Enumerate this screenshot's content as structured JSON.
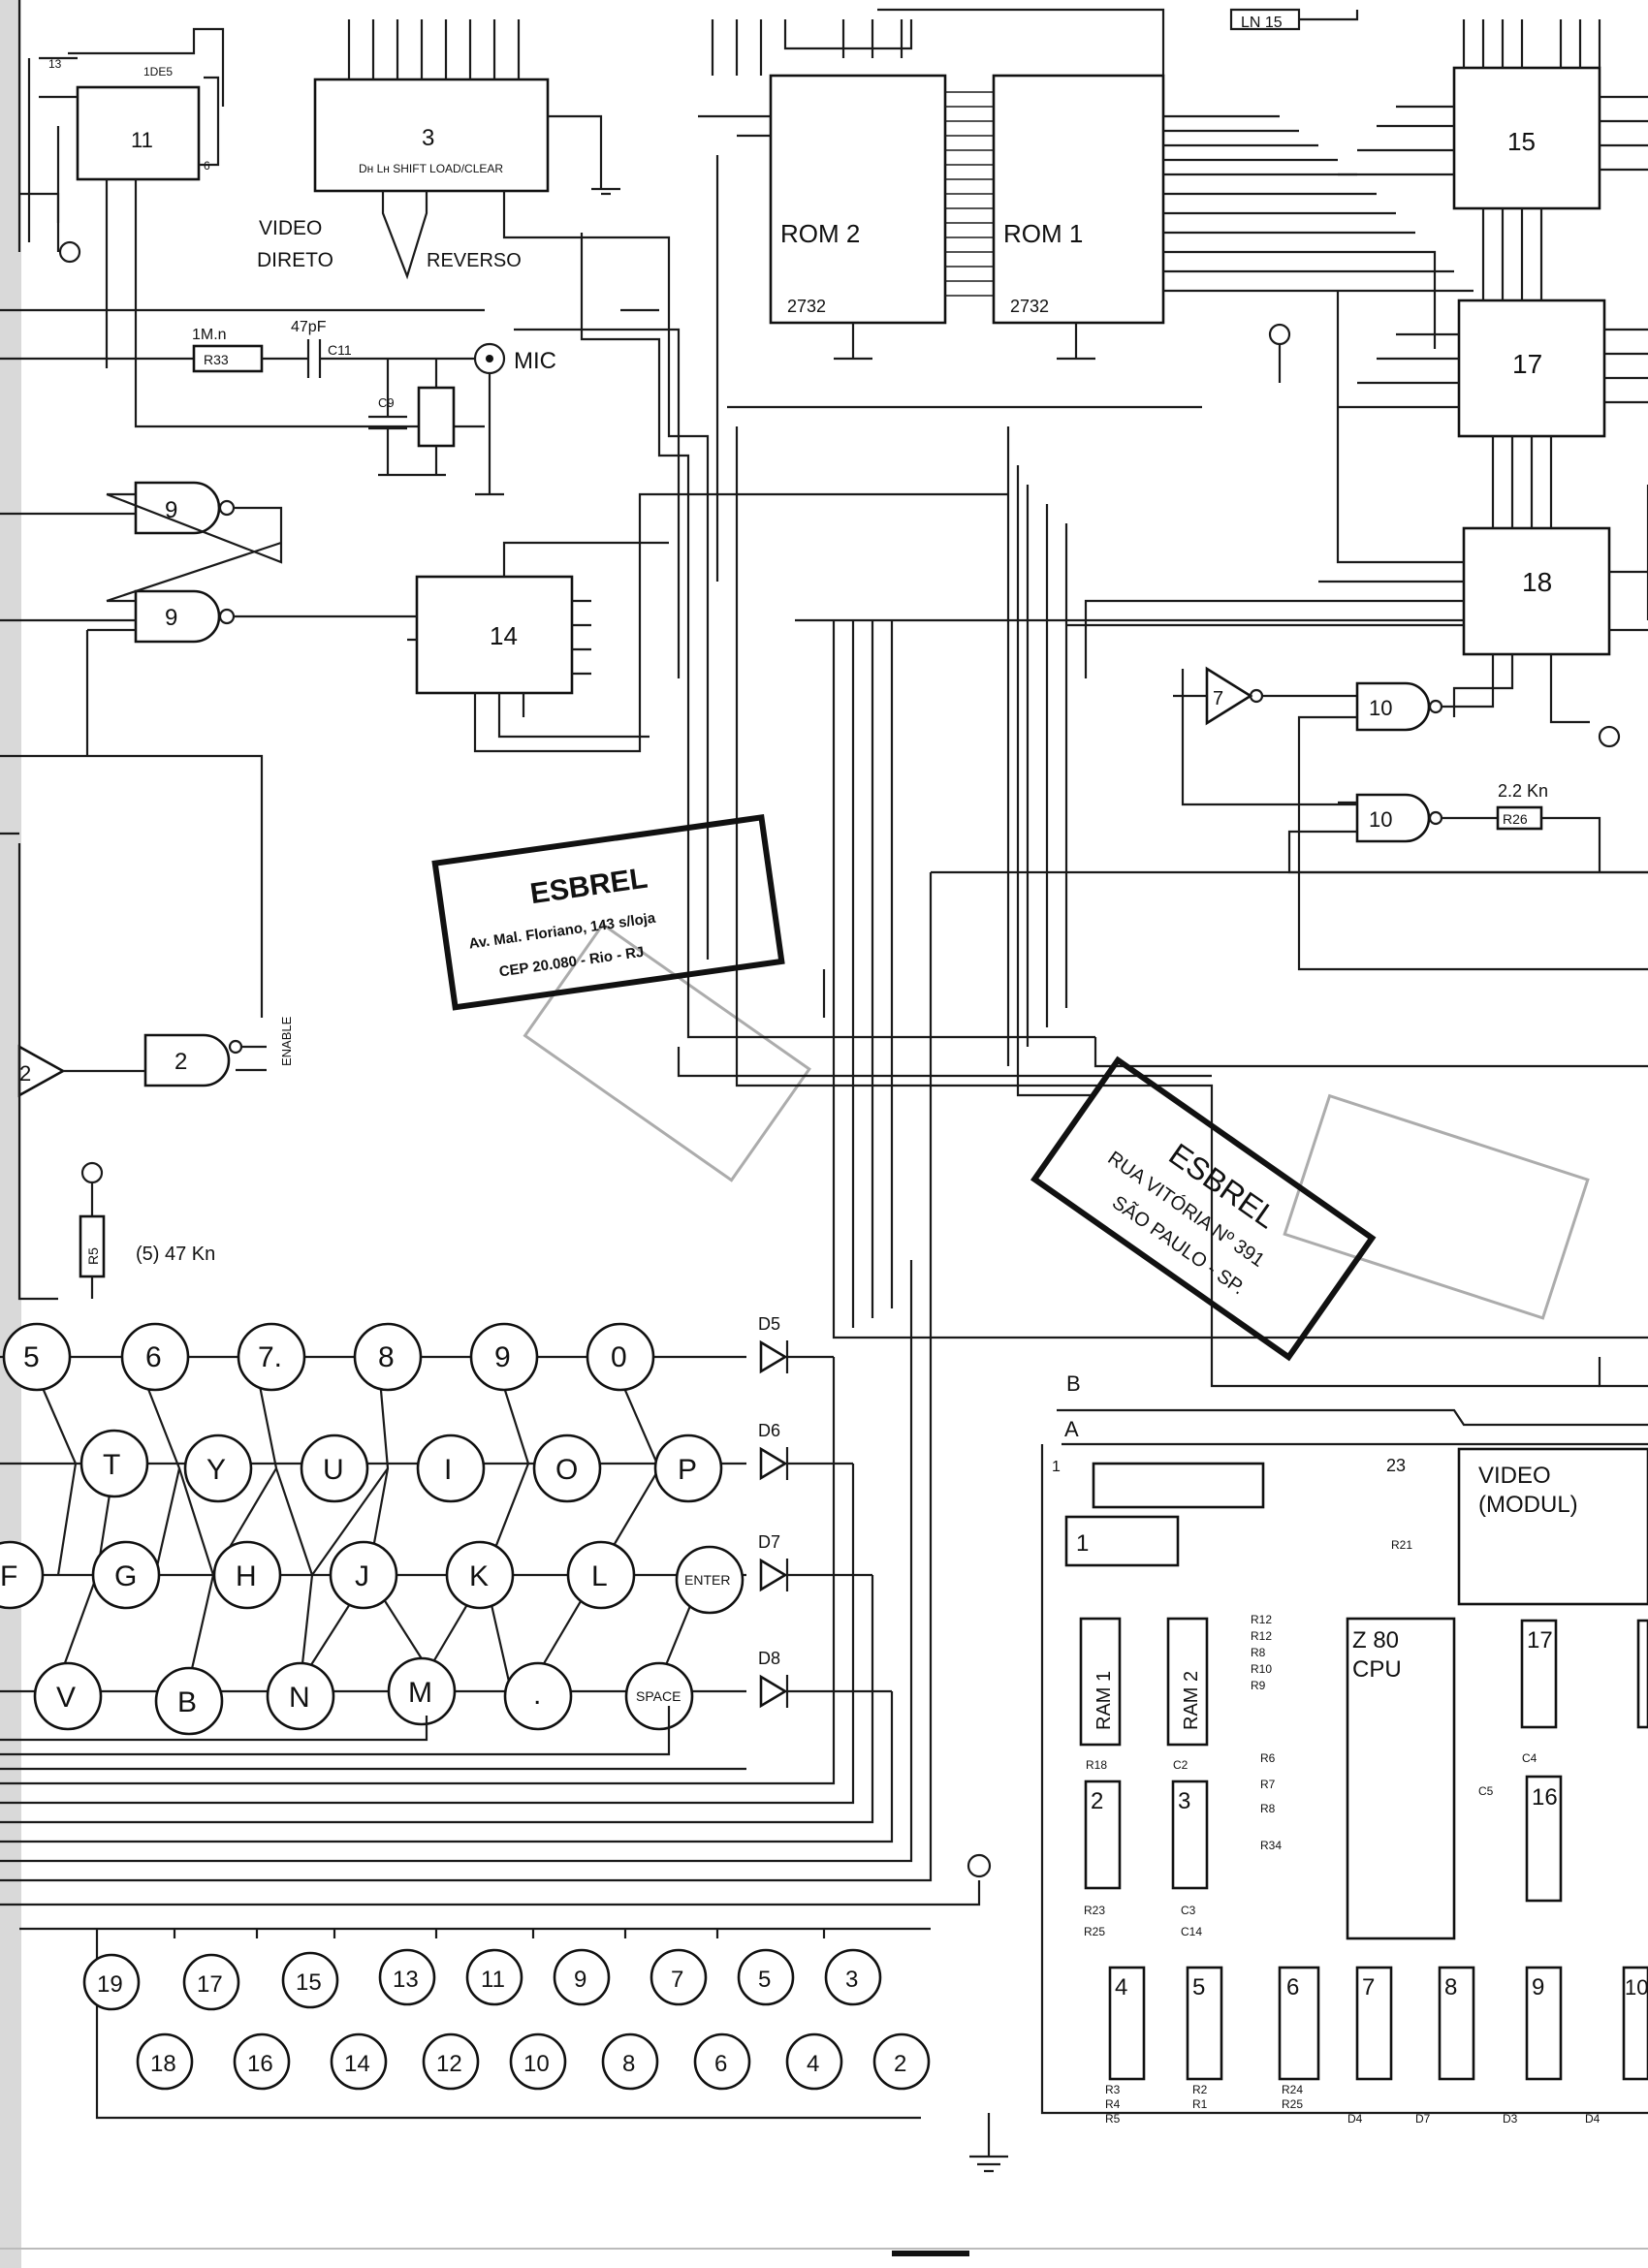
{
  "ic_labels": {
    "u11": "11",
    "u3": "3",
    "u3_pins": "Dн  Lн SHIFT LOAD/CLEAR",
    "rom2": "ROM 2",
    "rom2_part": "2732",
    "rom1": "ROM 1",
    "rom1_part": "2732",
    "u15": "15",
    "u17": "17",
    "u18": "18",
    "u14": "14",
    "u9a": "9",
    "u9b": "9",
    "u7": "7",
    "u10a": "10",
    "u10b": "10",
    "u2a": "2",
    "u2b": "2"
  },
  "annotations": {
    "video_direto_1": "VIDEO",
    "video_direto_2": "DIRETO",
    "reverso": "REVERSO",
    "mic": "MIC",
    "r33_value": "1M.n",
    "r33": "R33",
    "c_value": "47pF",
    "c11": "C11",
    "c9": "C9",
    "r26_value": "2.2 Kn",
    "r26": "R26",
    "enable": "ENABLE",
    "r5": "R5",
    "r5_value": "(5) 47 Kn",
    "d5": "D5",
    "d6": "D6",
    "d7": "D7",
    "d8": "D8"
  },
  "keyboard": {
    "row1": [
      "5",
      "6",
      "7.",
      "8",
      "9",
      "0"
    ],
    "row2": [
      "T",
      "Y",
      "U",
      "I",
      "O",
      "P"
    ],
    "row3": [
      "F",
      "G",
      "H",
      "J",
      "K",
      "L",
      "ENTER"
    ],
    "row4": [
      "V",
      "B",
      "N",
      "M",
      ".",
      "SPACE"
    ]
  },
  "connector": {
    "top": [
      "19",
      "17",
      "15",
      "13",
      "11",
      "9",
      "7",
      "5",
      "3"
    ],
    "bottom": [
      "18",
      "16",
      "14",
      "12",
      "10",
      "8",
      "6",
      "4",
      "2"
    ]
  },
  "stamps": {
    "s1_name": "ESBREL",
    "s1_line1": "Av. Mal. Floriano, 143 s/loja",
    "s1_line2": "CEP 20.080 - Rio - RJ",
    "s2_name": "ESBREL",
    "s2_line1": "RUA VITÓRIA Nº 391",
    "s2_line2": "SÃO PAULO - SP."
  },
  "board": {
    "edge_b": "B",
    "edge_a": "A",
    "pin_1": "1",
    "pin_23": "23",
    "video_module_1": "VIDEO",
    "video_module_2": "(MODUL)",
    "ram1": "RAM 1",
    "ram2": "RAM 2",
    "cpu_1": "Z 80",
    "cpu_2": "CPU",
    "ic_17": "17",
    "ic_16": "16",
    "ic_2": "2",
    "ic_3": "3",
    "ic_4": "4",
    "ic_5": "5",
    "ic_6": "6",
    "ic_7": "7",
    "ic_8": "8",
    "ic_9": "9",
    "ic_10": "10",
    "ic_1": "1",
    "refs_mid": [
      "R12",
      "R12",
      "R8",
      "R10",
      "R9"
    ],
    "refs_r6": [
      "R6",
      "R7",
      "R8",
      "R34"
    ],
    "r18": "R18",
    "c2": "C2",
    "c4": "C4",
    "c5": "C5",
    "r23": "R23",
    "r25": "R25",
    "c3": "C3",
    "c14": "C14",
    "r21": "R21",
    "refs_bottom_1": [
      "R3",
      "R4",
      "R5"
    ],
    "refs_bottom_2": [
      "R2",
      "R1"
    ],
    "refs_bottom_3": [
      "R24",
      "R25"
    ],
    "d_labels": [
      "D4",
      "D7",
      "D3",
      "D4"
    ]
  }
}
